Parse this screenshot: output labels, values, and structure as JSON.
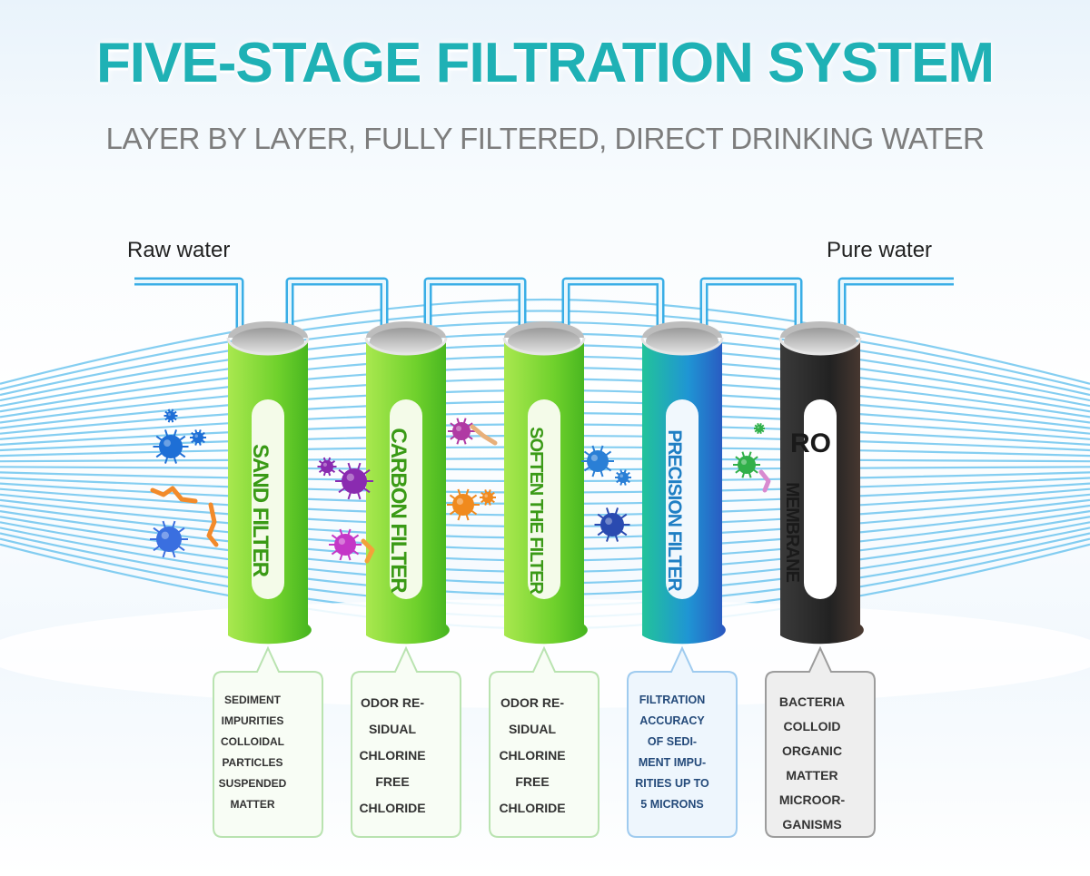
{
  "title": "FIVE-STAGE FILTRATION SYSTEM",
  "subtitle": "LAYER BY LAYER, FULLY FILTERED, DIRECT DRINKING WATER",
  "flow": {
    "input_label": "Raw water",
    "output_label": "Pure water"
  },
  "colors": {
    "title": "#1fb1b5",
    "green_filter": "#7ed631",
    "blue_filter": "#2a7fd0",
    "ro_filter": "#2b2b2b",
    "pipe": "#5fc3ee"
  },
  "filters": [
    {
      "name": "SAND FILTER",
      "description": "SEDIMENT\nIMPURITIES\nCOLLOIDAL\nPARTICLES\nSUSPENDED\nMATTER"
    },
    {
      "name": "CARBON FILTER",
      "description": "ODOR RE-\nSIDUAL\nCHLORINE\nFREE\nCHLORIDE"
    },
    {
      "name": "SOFTEN THE FILTER",
      "description": "ODOR RE-\nSIDUAL\nCHLORINE\nFREE\nCHLORIDE"
    },
    {
      "name": "PRECISION FILTER",
      "description": "FILTRATION\nACCURACY\nOF SEDI-\nMENT IMPU-\nRITIES UP TO\n5 MICRONS"
    },
    {
      "name_top": "RO",
      "name": "MEMBRANE",
      "description": "BACTERIA\nCOLLOID\nORGANIC\nMATTER\nMICROOR-\nGANISMS"
    }
  ]
}
